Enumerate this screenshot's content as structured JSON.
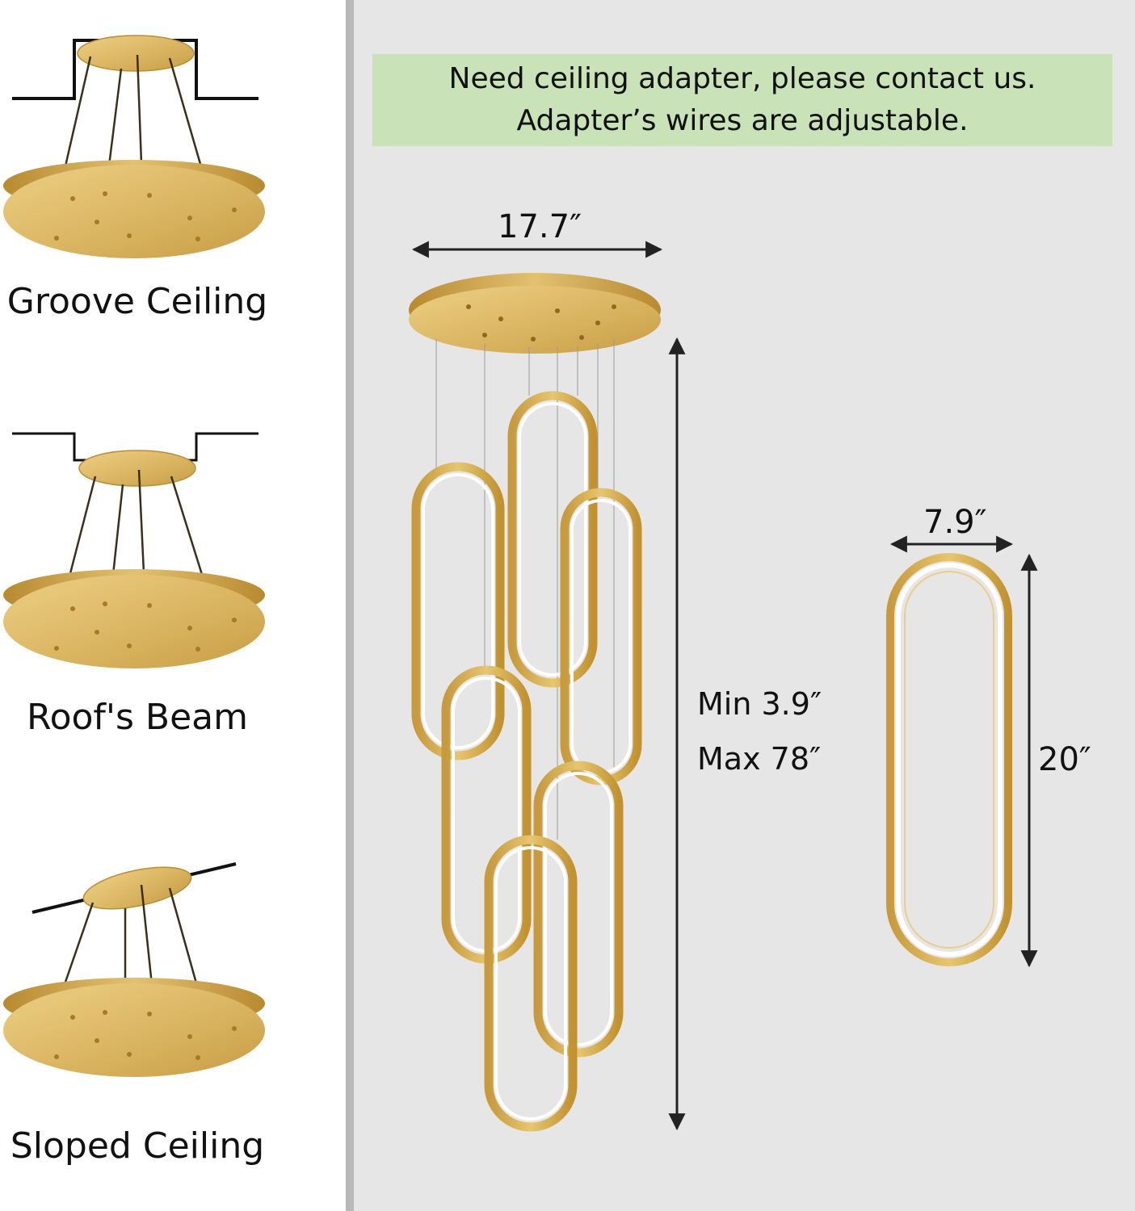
{
  "mount_options": [
    {
      "label": "Groove Ceiling",
      "mount": "groove"
    },
    {
      "label": "Roof's Beam",
      "mount": "beam"
    },
    {
      "label": "Sloped Ceiling",
      "mount": "sloped"
    }
  ],
  "notice": {
    "line1": "Need ceiling adapter, please contact us.",
    "line2": "Adapter’s wires are adjustable."
  },
  "dimensions": {
    "canopy_width": "17.7″",
    "min_height": "Min 3.9″",
    "max_height": "Max 78″",
    "ring_width": "7.9″",
    "ring_height": "20″"
  },
  "colors": {
    "gold": "#d8b25a",
    "gold_dark": "#b98d33",
    "ring_light": "#ffffff",
    "notice_bg": "#c9e2b7",
    "panel_bg": "#e6e6e6"
  }
}
